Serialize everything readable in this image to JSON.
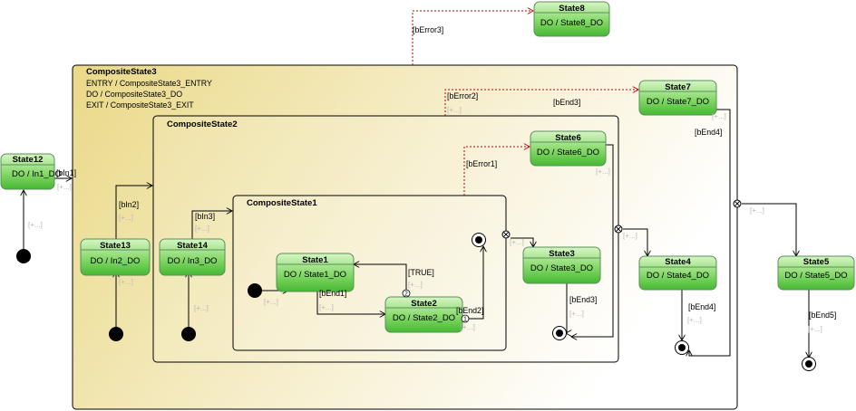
{
  "composite_states": {
    "cs3": {
      "title": "CompositeState3",
      "entry": "ENTRY / CompositeState3_ENTRY",
      "do": "DO / CompositeState3_DO",
      "exit": "EXIT / CompositeState3_EXIT"
    },
    "cs2": {
      "title": "CompositeState2"
    },
    "cs1": {
      "title": "CompositeState1"
    }
  },
  "states": {
    "state1": {
      "title": "State1",
      "body": "DO / State1_DO"
    },
    "state2": {
      "title": "State2",
      "body": "DO / State2_DO"
    },
    "state3": {
      "title": "State3",
      "body": "DO / State3_DO"
    },
    "state4": {
      "title": "State4",
      "body": "DO / State4_DO"
    },
    "state5": {
      "title": "State5",
      "body": "DO / State5_DO"
    },
    "state6": {
      "title": "State6",
      "body": "DO / State6_DO"
    },
    "state7": {
      "title": "State7",
      "body": "DO / State7_DO"
    },
    "state8": {
      "title": "State8",
      "body": "DO / State8_DO"
    },
    "state12": {
      "title": "State12",
      "body": "DO / In1_DO"
    },
    "state13": {
      "title": "State13",
      "body": "DO / In2_DO"
    },
    "state14": {
      "title": "State14",
      "body": "DO / In3_DO"
    }
  },
  "guards": {
    "bin1": "[bIn1]",
    "bin2": "[bIn2]",
    "bin3": "[bIn3]",
    "berror3": "[bError3]",
    "berror2": "[bError2]",
    "berror1": "[bError1]",
    "bend3_top": "[bEnd3]",
    "bend4_top": "[bEnd4]",
    "bend1": "[bEnd1]",
    "true": "[TRUE]",
    "bend2": "[bEnd2]",
    "bend3": "[bEnd3]",
    "bend4": "[bEnd4]",
    "bend5": "[bEnd5]"
  },
  "notes": {
    "n1": "[+...]",
    "n2": "[+...]",
    "n3": "[+...]",
    "n4": "[+...]",
    "n5": "[+...]",
    "n6": "[+...]",
    "n7": "[+...]",
    "n8": "[+...]",
    "n9": "[+...]",
    "n10": "[+...]",
    "n11": "[+...]",
    "n12": "[+...]",
    "n13": "[+...]",
    "n14": "[+...]",
    "n15": "[+...]",
    "n16": "[+...]",
    "n17": "[+...]",
    "n18": "[+...]",
    "n19": "[+...]"
  },
  "priorities": {
    "p1": "1",
    "p2": "2"
  },
  "colors": {
    "state_fill_top": "#c9f0b4",
    "state_fill_bottom": "#4cbb3a",
    "composite_fill_left": "#ecdc8c",
    "composite_fill_right": "#ffffff",
    "error_transition": "#c00000",
    "note_text": "#b8b8b8"
  }
}
